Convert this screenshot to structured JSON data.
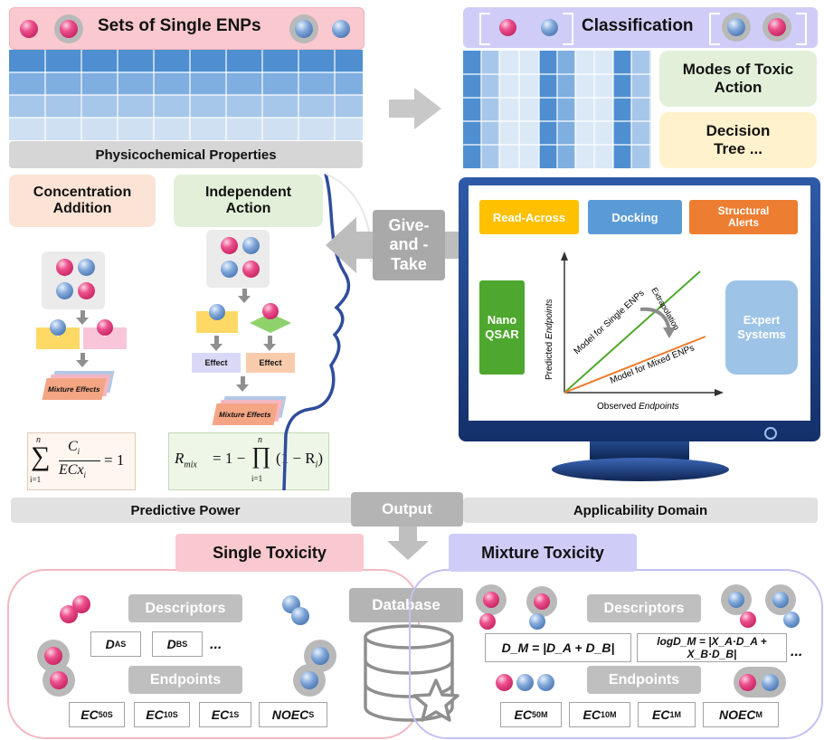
{
  "top_left": {
    "title": "Sets of Single ENPs",
    "footer": "Physicochemical Properties"
  },
  "top_right": {
    "title": "Classification",
    "box1": "Modes of Toxic Action",
    "box2": "Decision Tree ..."
  },
  "left": {
    "ca_title": "Concentration Addition",
    "ia_title": "Independent Action",
    "effect1": "Effect",
    "effect2": "Effect",
    "mix_left": "Mixture Effects",
    "mix_right": "Mixture Effects",
    "give_take": "Give- and -Take"
  },
  "formulas": {
    "ca": {
      "sum_top": "n",
      "sum_bot": "i=1",
      "num": "C",
      "num_sub": "i",
      "den": "ECx",
      "den_sub": "i",
      "rhs": "= 1"
    },
    "ia": {
      "lhs": "R",
      "lhs_sub": "mix",
      "mid": "= 1 −",
      "prod_top": "n",
      "prod_bot": "i=1",
      "term": "(1 − R",
      "term_sub": "i",
      "term_end": ")"
    }
  },
  "monitor": {
    "read_across": "Read-Across",
    "docking": "Docking",
    "structural_alerts": "Structural Alerts",
    "nano_qsar": "Nano QSAR",
    "expert": "Expert Systems",
    "chart": {
      "ylabel_plain": "Predicted ",
      "ylabel_em": "Endpoints",
      "xlabel_plain": "Observed ",
      "xlabel_em": "Endpoints",
      "single_line": "Model for Single ENPs",
      "mixed_line": "Model for Mixed ENPs",
      "extrapolation": "Extrapolation"
    }
  },
  "output_row": {
    "left": "Predictive Power",
    "center": "Output",
    "right": "Applicability Domain"
  },
  "bottom": {
    "single_title": "Single Toxicity",
    "mixture_title": "Mixture Toxicity",
    "database": "Database",
    "descriptors": "Descriptors",
    "endpoints": "Endpoints",
    "dots": "...",
    "single_desc": [
      {
        "base": "D",
        "sub": "A",
        "sup": "S"
      },
      {
        "base": "D",
        "sub": "B",
        "sup": "S"
      }
    ],
    "single_end": [
      {
        "base": "EC",
        "sub": "50",
        "sup": "S"
      },
      {
        "base": "EC",
        "sub": "10",
        "sup": "S"
      },
      {
        "base": "EC",
        "sub": "1",
        "sup": "S"
      },
      {
        "base": "NOEC",
        "sub": "",
        "sup": "S"
      }
    ],
    "mixture_desc1": "D_M = |D_A + D_B|",
    "mixture_desc2": "logD_M = |X_A·D_A + X_B·D_B|",
    "mixture_end": [
      {
        "base": "EC",
        "sub": "50",
        "sup": "M"
      },
      {
        "base": "EC",
        "sub": "10",
        "sup": "M"
      },
      {
        "base": "EC",
        "sub": "1",
        "sup": "M"
      },
      {
        "base": "NOEC",
        "sub": "",
        "sup": "M"
      }
    ]
  },
  "colors": {
    "pink_box": "#f9c9cf",
    "purple_box": "#cfcdf7",
    "ca_box": "#fbe3d6",
    "ia_box": "#e2f0d9",
    "table_dark": "#4f8fd1",
    "table_light": "#bdd6ee",
    "monitor": "#1d3c78",
    "read_across": "#ffc000",
    "docking": "#5b9bd5",
    "structural": "#ed7d31",
    "nano_qsar": "#4ea72e",
    "expert": "#9dc3e6"
  }
}
